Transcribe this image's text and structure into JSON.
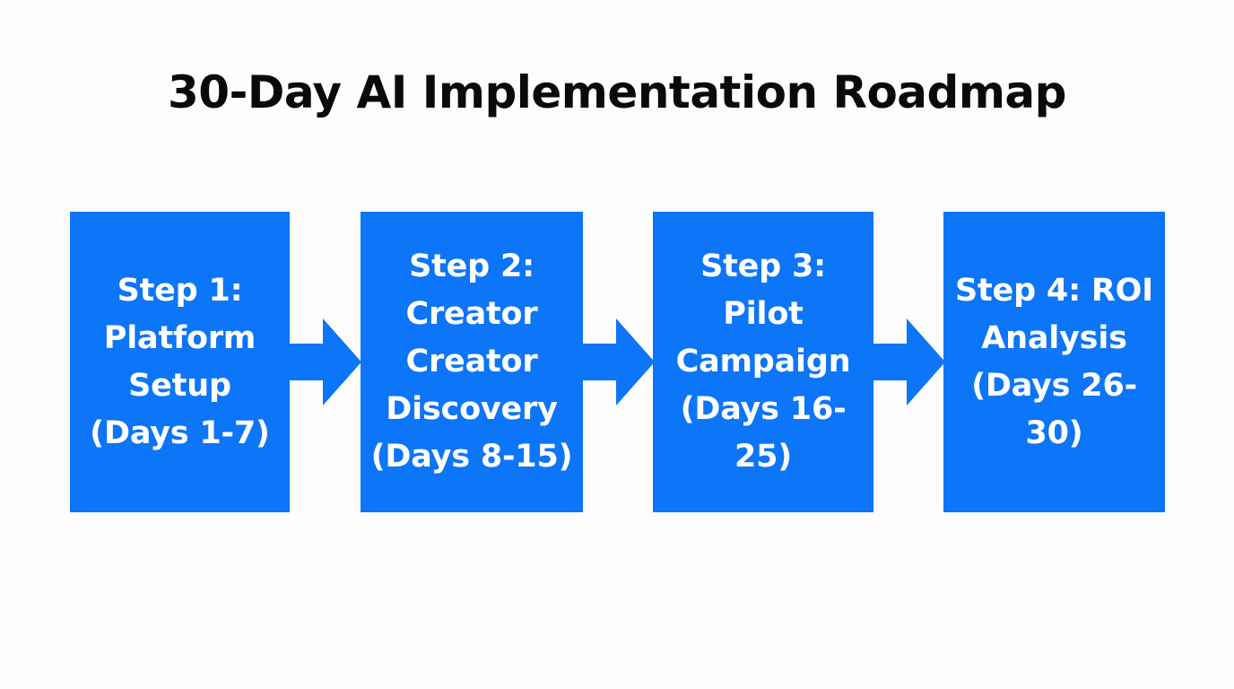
{
  "diagram": {
    "title": "30-Day AI Implementation Roadmap",
    "type": "horizontal-process-flow",
    "background_color": "#fdfdfd",
    "box_color": "#0d75f7",
    "box_text_color": "#ffffff",
    "title_color": "#0a0a0a",
    "arrow_color": "#0d75f7",
    "steps": [
      {
        "id": "step-1",
        "label": "Step 1: Platform Setup (Days 1-7)",
        "step_number": 1,
        "name": "Platform Setup",
        "day_range": "Days 1-7",
        "day_start": 1,
        "day_end": 7
      },
      {
        "id": "step-2",
        "label": "Step 2: Creator Creator Discovery (Days 8-15)",
        "step_number": 2,
        "name": "Creator Creator Discovery",
        "day_range": "Days 8-15",
        "day_start": 8,
        "day_end": 15
      },
      {
        "id": "step-3",
        "label": "Step 3: Pilot Campaign (Days 16-25)",
        "step_number": 3,
        "name": "Pilot Campaign",
        "day_range": "Days 16-25",
        "day_start": 16,
        "day_end": 25
      },
      {
        "id": "step-4",
        "label": "Step 4: ROI Analysis (Days 26-30)",
        "step_number": 4,
        "name": "ROI Analysis",
        "day_range": "Days 26-30",
        "day_start": 26,
        "day_end": 30
      }
    ],
    "connectors": [
      {
        "id": "arrow-1",
        "from": "step-1",
        "to": "step-2",
        "icon": "right-block-arrow-icon"
      },
      {
        "id": "arrow-2",
        "from": "step-2",
        "to": "step-3",
        "icon": "right-block-arrow-icon"
      },
      {
        "id": "arrow-3",
        "from": "step-3",
        "to": "step-4",
        "icon": "right-block-arrow-icon"
      }
    ]
  }
}
